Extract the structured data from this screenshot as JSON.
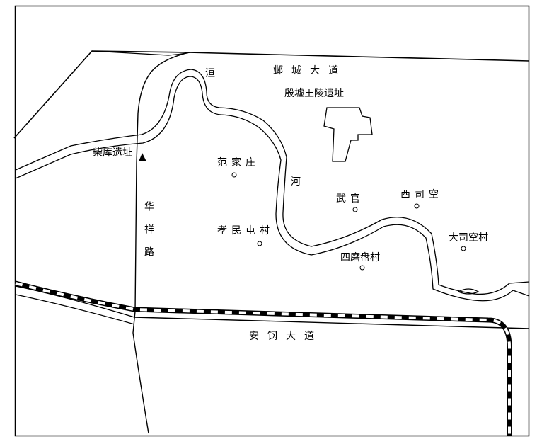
{
  "roads": {
    "yecheng": "邺城大道",
    "angang": "安钢大道",
    "huaxiang": "华祥路"
  },
  "river": {
    "part1": "洹",
    "part2": "河"
  },
  "sites": {
    "yinxu_royal_tombs": "殷墟王陵遗址",
    "chaiku_site": "柴库遗址"
  },
  "villages": {
    "fanjiazhuang": "范家庄",
    "xiaomintuncun": "孝民屯村",
    "wuguan": "武官",
    "xisikong": "西司空",
    "dasikongcun": "大司空村",
    "simopancun": "四磨盘村"
  },
  "colors": {
    "ink": "#000000",
    "paper": "#ffffff"
  },
  "icons": {
    "site_marker": "triangle",
    "village_marker": "circle"
  }
}
